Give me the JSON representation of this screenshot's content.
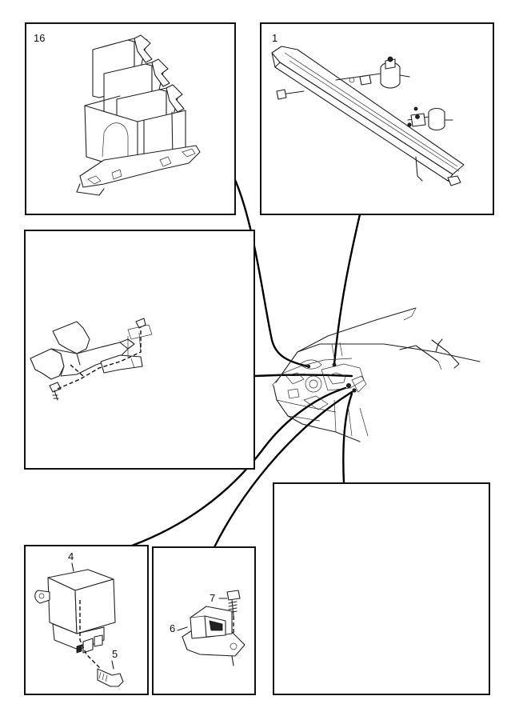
{
  "panels": {
    "relay_holder": {
      "callouts": [
        "16"
      ]
    },
    "rail": {
      "callouts": [
        "1"
      ]
    },
    "bracket": {
      "callouts": []
    },
    "relay_unit": {
      "callouts": [
        "4",
        "5"
      ]
    },
    "sensor": {
      "callouts": [
        "7",
        "6"
      ]
    },
    "blank": {
      "callouts": []
    }
  },
  "colors": {
    "ink": "#111111",
    "paper": "#ffffff"
  }
}
